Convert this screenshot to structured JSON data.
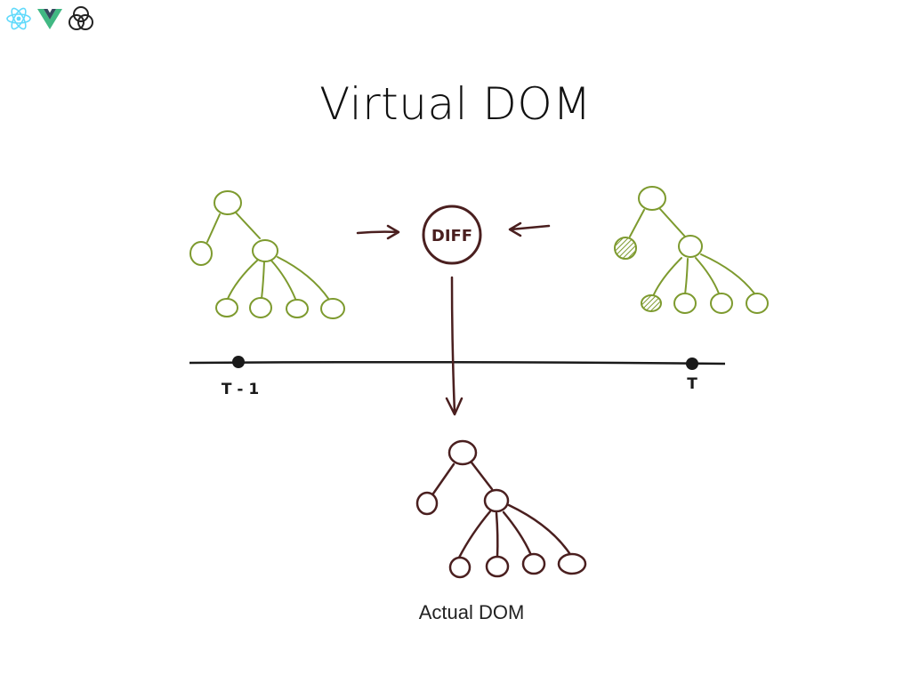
{
  "header": {
    "logos": [
      {
        "icon": "react-icon",
        "color": "#61dafb"
      },
      {
        "icon": "vue-icon",
        "color": "#41b883"
      },
      {
        "icon": "venn-icon",
        "color": "#222222"
      }
    ]
  },
  "slide": {
    "title": "Virtual DOM",
    "diff_label": "DIFF",
    "timeline": {
      "left_label": "T - 1",
      "right_label": "T"
    },
    "caption": "Actual DOM"
  },
  "colors": {
    "green_tree": "#7d9a2e",
    "brown": "#4a1f1f",
    "line": "#1a1a1a"
  }
}
